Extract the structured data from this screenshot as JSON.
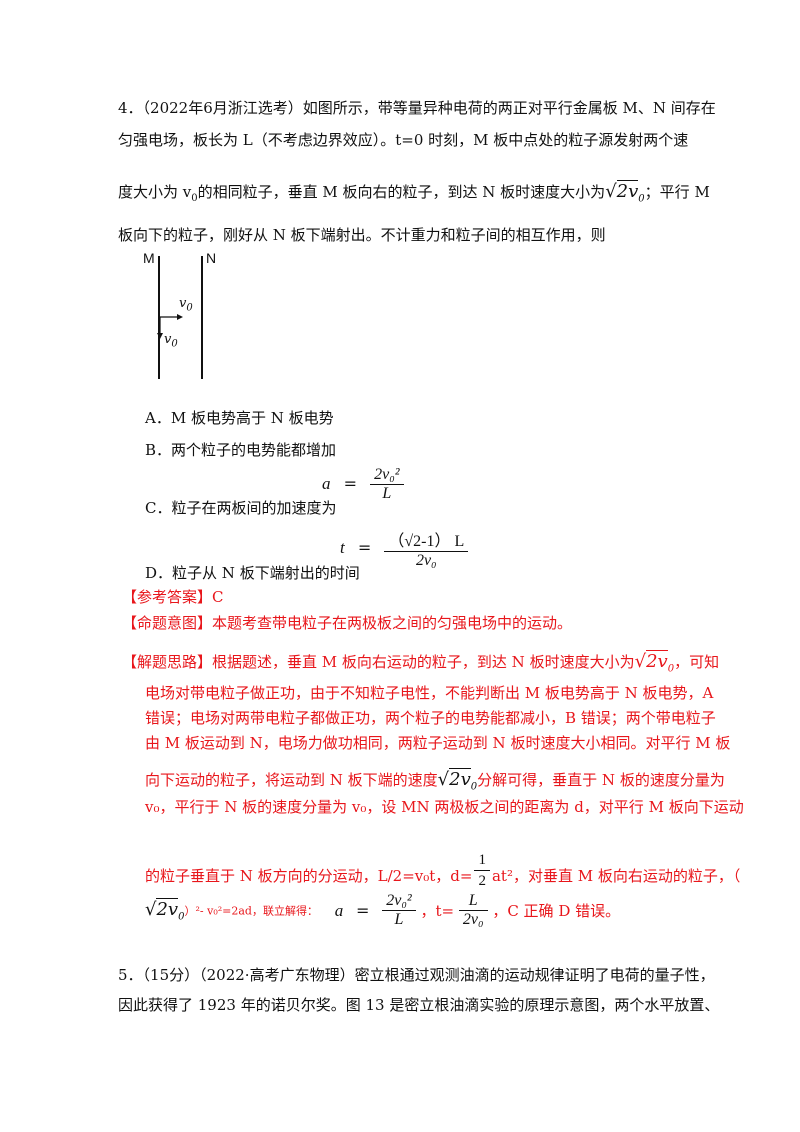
{
  "q4": {
    "line1": "4．（2022年6月浙江选考）如图所示，带等量异种电荷的两正对平行金属板 M、N 间存在",
    "line2": "匀强电场，板长为 L（不考虑边界效应）。t=0 时刻，M 板中点处的粒子源发射两个速",
    "line3a": "度大小为 v",
    "line3b": "的相同粒子，垂直 M 板向右的粒子，到达 N 板时速度大小为",
    "line3c": "；平行 M",
    "line4": "板向下的粒子，刚好从 N 板下端射出。不计重力和粒子间的相互作用，则",
    "label_m": "M",
    "label_n": "N",
    "v0": "v",
    "sub0": "0",
    "sqrt2v0": "2v",
    "optA": "A．M 板电势高于 N 板电势",
    "optB": "B．两个粒子的电势能都增加",
    "optC": "C．粒子在两板间的加速度为",
    "optC_a": "a",
    "optC_eq": "=",
    "optC_num": "2v₀²",
    "optC_den": "L",
    "optD": "D．粒子从 N 板下端射出的时间",
    "optD_t": "t",
    "optD_eq": "=",
    "optD_num": "（√2-1） L",
    "optD_den": "2v₀"
  },
  "answer": {
    "ref_label": "【参考答案】",
    "ref_value": "C",
    "intent_label": "【命题意图】",
    "intent_text": "本题考查带电粒子在两极板之间的匀强电场中的运动。",
    "sol_label": "【解题思路】",
    "sol1a": "根据题述，垂直 M 板向右运动的粒子，到达 N 板时速度大小为",
    "sol1b": "，可知",
    "sol2": "电场对带电粒子做正功，由于不知粒子电性，不能判断出 M 板电势高于 N 板电势，A",
    "sol3": "错误；电场对两带电粒子都做正功，两个粒子的电势能都减小，B 错误；两个带电粒子",
    "sol4": "由 M 板运动到 N，电场力做功相同，两粒子运动到 N 板时速度大小相同。对平行 M 板",
    "sol5a": "向下运动的粒子，将运动到 N 板下端的速度",
    "sol5b": "分解可得，垂直于 N 板的速度分量为",
    "sol6": "v₀，平行于 N 板的速度分量为 v₀，设 MN 两极板之间的距离为 d，对平行 M 板向下运动",
    "sol7a": "的粒子垂直于 N 板方向的分运动，L/2=v₀t，d=",
    "sol7_half_num": "1",
    "sol7_half_den": "2",
    "sol7b": "at²，对垂直 M 板向右运动的粒子，（",
    "sol8a": "）²- v₀²=2ad，联立解得：",
    "sol8_a": "a",
    "sol8_eq": "=",
    "sol8_num": "2v₀²",
    "sol8_den": "L",
    "sol8b": "，t=",
    "sol8_tnum": "L",
    "sol8_tden": "2v₀",
    "sol8c": "，C 正确 D 错误。"
  },
  "q5": {
    "line1": "5．（15分）（2022·高考广东物理）密立根通过观测油滴的运动规律证明了电荷的量子性，",
    "line2": "因此获得了 1923 年的诺贝尔奖。图 13 是密立根油滴实验的原理示意图，两个水平放置、"
  }
}
